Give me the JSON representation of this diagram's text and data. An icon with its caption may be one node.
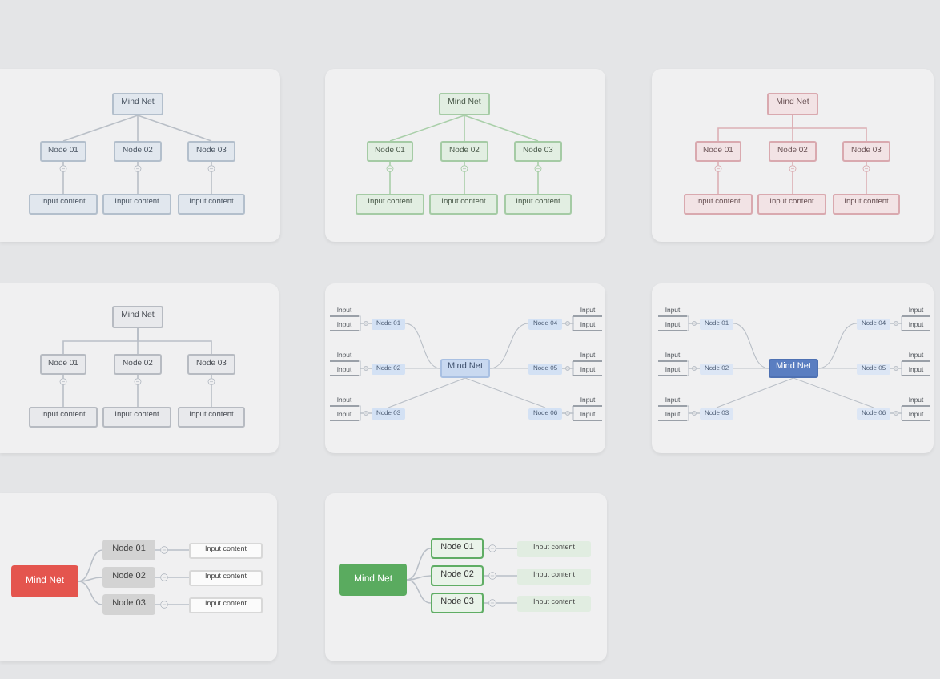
{
  "diagram": {
    "nodes": [
      {
        "text": [],
        "shape": "box"
      },
      {
        "text": [
          "Mind Net"
        ],
        "in": 0
      },
      {
        "text": [
          "Node 01"
        ],
        "in": 0
      },
      {
        "text": [
          "Node 02"
        ],
        "in": 0
      },
      {
        "text": [
          "Node 03"
        ],
        "in": 0
      },
      {
        "text": [
          "Input content"
        ],
        "in": 0
      },
      {
        "text": [
          "Input content"
        ],
        "in": 0
      },
      {
        "text": [
          "Input content"
        ],
        "in": 0
      },
      {
        "text": [],
        "shape": "box"
      },
      {
        "text": [
          "Mind Net"
        ],
        "in": 8
      },
      {
        "text": [
          "Node 01"
        ],
        "in": 8
      },
      {
        "text": [
          "Node 02"
        ],
        "in": 8
      },
      {
        "text": [
          "Node 03"
        ],
        "in": 8
      },
      {
        "text": [
          "Input content"
        ],
        "in": 8
      },
      {
        "text": [
          "Input content"
        ],
        "in": 8
      },
      {
        "text": [
          "Input content"
        ],
        "in": 8
      },
      {
        "text": [],
        "shape": "box"
      },
      {
        "text": [
          "Mind Net"
        ],
        "in": 16
      },
      {
        "text": [
          "Node 01"
        ],
        "in": 16
      },
      {
        "text": [
          "Node 02"
        ],
        "in": 16
      },
      {
        "text": [
          "Node 03"
        ],
        "in": 16
      },
      {
        "text": [
          "Input content"
        ],
        "in": 16
      },
      {
        "text": [
          "Input content"
        ],
        "in": 16
      },
      {
        "text": [
          "Input content"
        ],
        "in": 16
      },
      {
        "text": [],
        "shape": "box"
      },
      {
        "text": [
          "Mind Net"
        ],
        "in": 24
      },
      {
        "text": [
          "Node 01"
        ],
        "in": 24
      },
      {
        "text": [
          "Node 02"
        ],
        "in": 24
      },
      {
        "text": [
          "Node 03"
        ],
        "in": 24
      },
      {
        "text": [
          "Input content"
        ],
        "in": 24
      },
      {
        "text": [
          "Input content"
        ],
        "in": 24
      },
      {
        "text": [
          "Input content"
        ],
        "in": 24
      },
      {
        "text": [],
        "shape": "box"
      },
      {
        "text": [
          "Mind Net"
        ],
        "in": 32
      },
      {
        "text": [
          "Node 01"
        ],
        "in": 32
      },
      {
        "text": [
          "Node 02"
        ],
        "in": 32
      },
      {
        "text": [
          "Node 03"
        ],
        "in": 32
      },
      {
        "text": [
          "Node 04"
        ],
        "in": 32
      },
      {
        "text": [
          "Node 05"
        ],
        "in": 32
      },
      {
        "text": [
          "Node 06"
        ],
        "in": 32
      },
      {
        "text": [
          "Input"
        ],
        "in": 32
      },
      {
        "text": [
          "Input"
        ],
        "in": 32
      },
      {
        "text": [
          "Input"
        ],
        "in": 32
      },
      {
        "text": [
          "Input"
        ],
        "in": 32
      },
      {
        "text": [
          "Input"
        ],
        "in": 32
      },
      {
        "text": [
          "Input"
        ],
        "in": 32
      },
      {
        "text": [
          "Input"
        ],
        "in": 32
      },
      {
        "text": [
          "Input"
        ],
        "in": 32
      },
      {
        "text": [
          "Input"
        ],
        "in": 32
      },
      {
        "text": [
          "Input"
        ],
        "in": 32
      },
      {
        "text": [
          "Input"
        ],
        "in": 32
      },
      {
        "text": [
          "Input"
        ],
        "in": 32
      },
      {
        "text": [],
        "shape": "box"
      },
      {
        "text": [
          "Mind Net"
        ],
        "in": 52
      },
      {
        "text": [
          "Node 01"
        ],
        "in": 52
      },
      {
        "text": [
          "Node 02"
        ],
        "in": 52
      },
      {
        "text": [
          "Node 03"
        ],
        "in": 52
      },
      {
        "text": [
          "Node 04"
        ],
        "in": 52
      },
      {
        "text": [
          "Node 05"
        ],
        "in": 52
      },
      {
        "text": [
          "Node 06"
        ],
        "in": 52
      },
      {
        "text": [
          "Input"
        ],
        "in": 52
      },
      {
        "text": [
          "Input"
        ],
        "in": 52
      },
      {
        "text": [
          "Input"
        ],
        "in": 52
      },
      {
        "text": [
          "Input"
        ],
        "in": 52
      },
      {
        "text": [
          "Input"
        ],
        "in": 52
      },
      {
        "text": [
          "Input"
        ],
        "in": 52
      },
      {
        "text": [
          "Input"
        ],
        "in": 52
      },
      {
        "text": [
          "Input"
        ],
        "in": 52
      },
      {
        "text": [
          "Input"
        ],
        "in": 52
      },
      {
        "text": [
          "Input"
        ],
        "in": 52
      },
      {
        "text": [
          "Input"
        ],
        "in": 52
      },
      {
        "text": [
          "Input"
        ],
        "in": 52
      },
      {
        "text": [],
        "shape": "box"
      },
      {
        "text": [
          "Mind Net"
        ],
        "in": 72
      },
      {
        "text": [
          "Node 01"
        ],
        "in": 72
      },
      {
        "text": [
          "Node 02"
        ],
        "in": 72
      },
      {
        "text": [
          "Node 03"
        ],
        "in": 72
      },
      {
        "text": [
          "Input content"
        ],
        "in": 72
      },
      {
        "text": [
          "Input content"
        ],
        "in": 72
      },
      {
        "text": [
          "Input content"
        ],
        "in": 72
      },
      {
        "text": [],
        "shape": "box"
      },
      {
        "text": [
          "Mind Net"
        ],
        "in": 80
      },
      {
        "text": [
          "Node 01"
        ],
        "in": 80
      },
      {
        "text": [
          "Node 02"
        ],
        "in": 80
      },
      {
        "text": [
          "Node 03"
        ],
        "in": 80
      },
      {
        "text": [
          "Input content"
        ],
        "in": 80
      },
      {
        "text": [
          "Input content"
        ],
        "in": 80
      },
      {
        "text": [
          "Input content"
        ],
        "in": 80
      }
    ],
    "edges": [
      {
        "from": 1,
        "to": 2,
        "arrow": "none"
      },
      {
        "from": 1,
        "to": 3,
        "arrow": "none"
      },
      {
        "from": 1,
        "to": 4,
        "arrow": "none"
      },
      {
        "from": 2,
        "to": 5,
        "arrow": "other"
      },
      {
        "from": 3,
        "to": 6,
        "arrow": "other"
      },
      {
        "from": 4,
        "to": 7,
        "arrow": "other"
      },
      {
        "from": 9,
        "to": 10,
        "arrow": "none",
        "color": "#a9cfa9"
      },
      {
        "from": 9,
        "to": 11,
        "arrow": "none",
        "color": "#a9cfa9"
      },
      {
        "from": 9,
        "to": 12,
        "arrow": "none",
        "color": "#a9cfa9"
      },
      {
        "from": 10,
        "to": 13,
        "arrow": "other",
        "color": "#a9cfa9"
      },
      {
        "from": 11,
        "to": 14,
        "arrow": "other",
        "color": "#a9cfa9"
      },
      {
        "from": 12,
        "to": 15,
        "arrow": "other",
        "color": "#a9cfa9"
      },
      {
        "from": 17,
        "to": 18,
        "arrow": "none",
        "color": "#dcb0b5"
      },
      {
        "from": 17,
        "to": 19,
        "arrow": "none",
        "color": "#dcb0b5"
      },
      {
        "from": 17,
        "to": 20,
        "arrow": "none",
        "color": "#dcb0b5"
      },
      {
        "from": 18,
        "to": 21,
        "arrow": "other",
        "color": "#dcb0b5"
      },
      {
        "from": 19,
        "to": 22,
        "arrow": "other",
        "color": "#dcb0b5"
      },
      {
        "from": 20,
        "to": 23,
        "arrow": "other",
        "color": "#dcb0b5"
      },
      {
        "from": 25,
        "to": 26,
        "arrow": "none"
      },
      {
        "from": 25,
        "to": 27,
        "arrow": "none"
      },
      {
        "from": 25,
        "to": 28,
        "arrow": "none"
      },
      {
        "from": 26,
        "to": 29,
        "arrow": "other"
      },
      {
        "from": 27,
        "to": 30,
        "arrow": "other"
      },
      {
        "from": 28,
        "to": 31,
        "arrow": "other"
      },
      {
        "from": 33,
        "to": 34,
        "arrow": "none"
      },
      {
        "from": 33,
        "to": 35,
        "arrow": "none"
      },
      {
        "from": 33,
        "to": 36,
        "arrow": "none"
      },
      {
        "from": 33,
        "to": 37,
        "arrow": "none"
      },
      {
        "from": 33,
        "to": 38,
        "arrow": "none"
      },
      {
        "from": 33,
        "to": 39,
        "arrow": "none"
      },
      {
        "from": 34,
        "to": 40,
        "arrow": "other"
      },
      {
        "from": 34,
        "to": 41,
        "arrow": "other"
      },
      {
        "from": 35,
        "to": 42,
        "arrow": "other"
      },
      {
        "from": 35,
        "to": 43,
        "arrow": "other"
      },
      {
        "from": 36,
        "to": 44,
        "arrow": "other"
      },
      {
        "from": 36,
        "to": 45,
        "arrow": "other"
      },
      {
        "from": 37,
        "to": 46,
        "arrow": "other"
      },
      {
        "from": 37,
        "to": 47,
        "arrow": "other"
      },
      {
        "from": 38,
        "to": 48,
        "arrow": "other"
      },
      {
        "from": 38,
        "to": 49,
        "arrow": "other"
      },
      {
        "from": 39,
        "to": 50,
        "arrow": "other"
      },
      {
        "from": 39,
        "to": 51,
        "arrow": "other"
      },
      {
        "from": 53,
        "to": 54,
        "arrow": "none"
      },
      {
        "from": 53,
        "to": 55,
        "arrow": "none"
      },
      {
        "from": 53,
        "to": 56,
        "arrow": "none"
      },
      {
        "from": 53,
        "to": 57,
        "arrow": "none"
      },
      {
        "from": 53,
        "to": 58,
        "arrow": "none"
      },
      {
        "from": 53,
        "to": 59,
        "arrow": "none"
      },
      {
        "from": 54,
        "to": 60,
        "arrow": "other"
      },
      {
        "from": 54,
        "to": 61,
        "arrow": "other"
      },
      {
        "from": 55,
        "to": 62,
        "arrow": "other"
      },
      {
        "from": 55,
        "to": 63,
        "arrow": "other"
      },
      {
        "from": 56,
        "to": 64,
        "arrow": "other"
      },
      {
        "from": 56,
        "to": 65,
        "arrow": "other"
      },
      {
        "from": 57,
        "to": 66,
        "arrow": "other"
      },
      {
        "from": 57,
        "to": 67,
        "arrow": "other"
      },
      {
        "from": 58,
        "to": 68,
        "arrow": "other"
      },
      {
        "from": 58,
        "to": 69,
        "arrow": "other"
      },
      {
        "from": 59,
        "to": 70,
        "arrow": "other"
      },
      {
        "from": 59,
        "to": 71,
        "arrow": "other"
      },
      {
        "from": 73,
        "to": 74,
        "arrow": "none"
      },
      {
        "from": 73,
        "to": 75,
        "arrow": "none"
      },
      {
        "from": 73,
        "to": 76,
        "arrow": "none"
      },
      {
        "from": 74,
        "to": 77,
        "arrow": "other"
      },
      {
        "from": 75,
        "to": 78,
        "arrow": "other"
      },
      {
        "from": 76,
        "to": 79,
        "arrow": "other"
      },
      {
        "from": 81,
        "to": 82,
        "arrow": "none"
      },
      {
        "from": 81,
        "to": 83,
        "arrow": "none"
      },
      {
        "from": 81,
        "to": 84,
        "arrow": "none"
      },
      {
        "from": 82,
        "to": 85,
        "arrow": "other"
      },
      {
        "from": 83,
        "to": 86,
        "arrow": "other"
      },
      {
        "from": 84,
        "to": 87,
        "arrow": "other"
      }
    ]
  }
}
